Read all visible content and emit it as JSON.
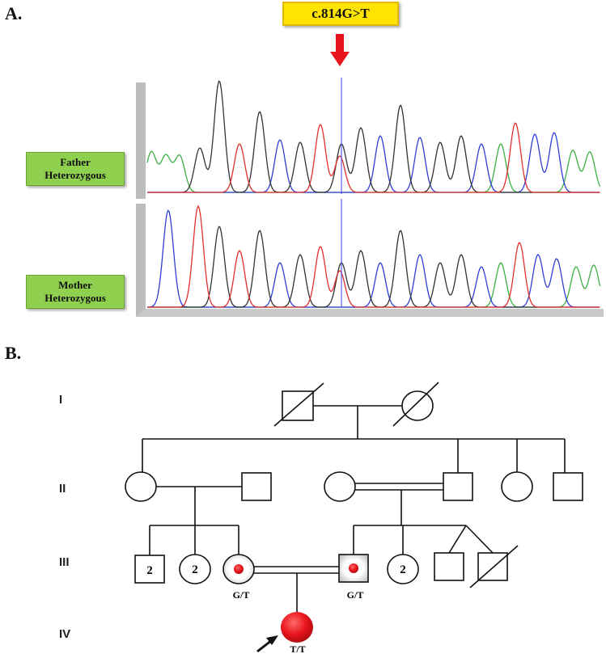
{
  "panels": {
    "a": "A.",
    "b": "B."
  },
  "mutation": {
    "label": "c.814G>T",
    "arrow_color": "#e8141b",
    "box_color": "#ffe400"
  },
  "chromatogram": {
    "father": {
      "line1": "Father",
      "line2": "Heterozygous"
    },
    "mother": {
      "line1": "Mother",
      "line2": "Heterozygous"
    },
    "trace_colors": {
      "A": "#3cb043",
      "C": "#2f3fd6",
      "G": "#333333",
      "T": "#e0302e"
    },
    "marker_color": "#5a5ae6"
  },
  "pedigree": {
    "generations": [
      "I",
      "II",
      "III",
      "IV"
    ],
    "sibling_counts": {
      "iii_left_male": "2",
      "iii_left_female": "2",
      "iii_right_female": "2"
    },
    "genotypes": {
      "mother_carrier": "G/T",
      "father_carrier": "G/T",
      "proband": "T/T"
    },
    "affected_color": "#e8141b"
  }
}
